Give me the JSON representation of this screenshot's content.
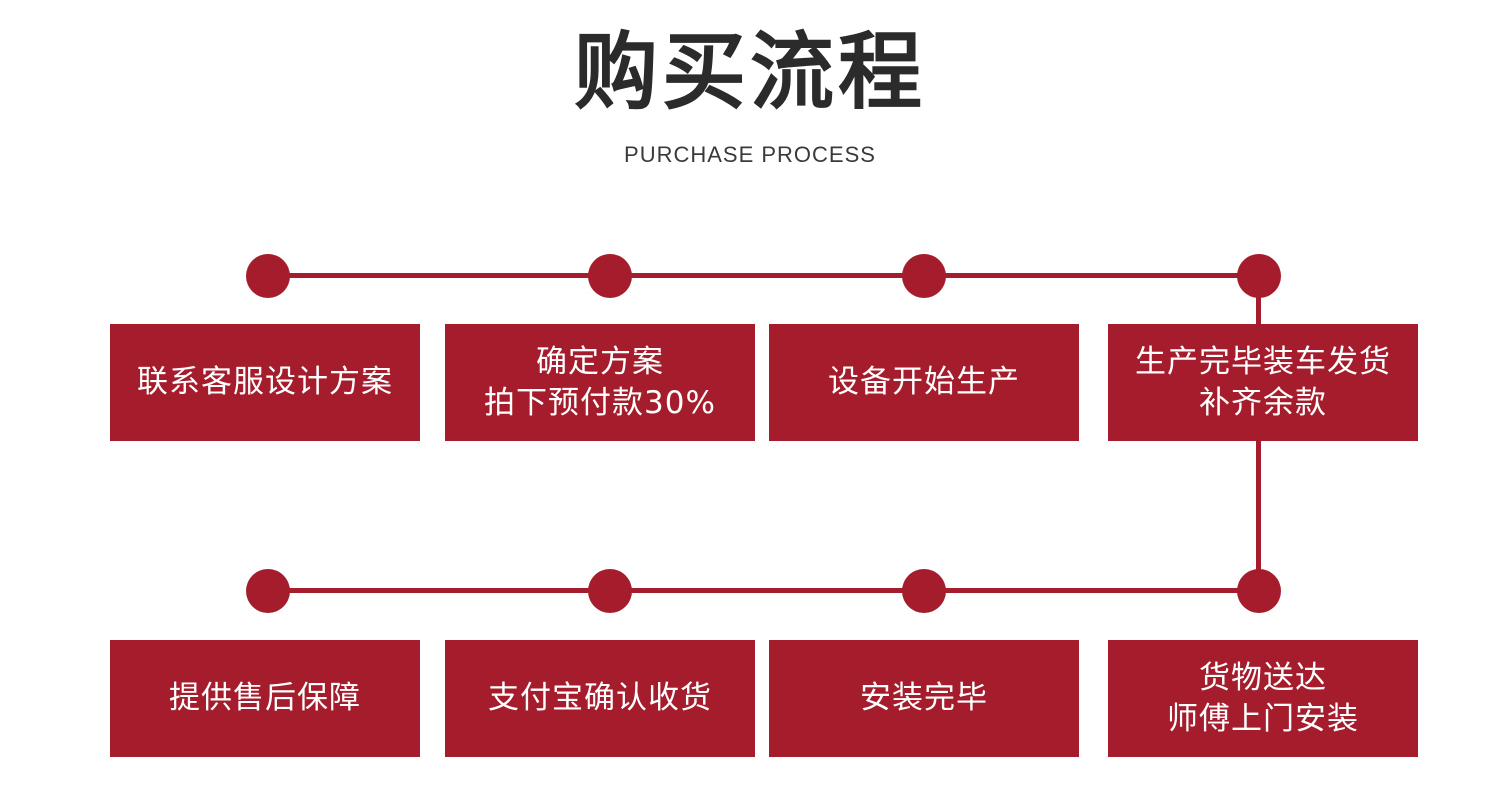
{
  "header": {
    "title": "购买流程",
    "subtitle": "PURCHASE PROCESS"
  },
  "colors": {
    "accent": "#a51d2d",
    "title_text": "#2b2b2b",
    "box_text": "#ffffff"
  },
  "steps_row1": [
    {
      "lines": [
        "联系客服设计方案"
      ]
    },
    {
      "lines": [
        "确定方案",
        "拍下预付款30%"
      ]
    },
    {
      "lines": [
        "设备开始生产"
      ]
    },
    {
      "lines": [
        "生产完毕装车发货",
        "补齐余款"
      ]
    }
  ],
  "steps_row2": [
    {
      "lines": [
        "提供售后保障"
      ]
    },
    {
      "lines": [
        "支付宝确认收货"
      ]
    },
    {
      "lines": [
        "安装完毕"
      ]
    },
    {
      "lines": [
        "货物送达",
        "师傅上门安装"
      ]
    }
  ]
}
